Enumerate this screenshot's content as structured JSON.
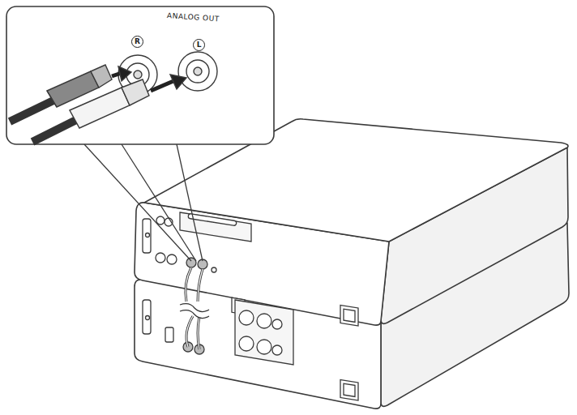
{
  "diagram": {
    "labels": [
      "ANALOG OUT",
      "R",
      "L"
    ]
  }
}
